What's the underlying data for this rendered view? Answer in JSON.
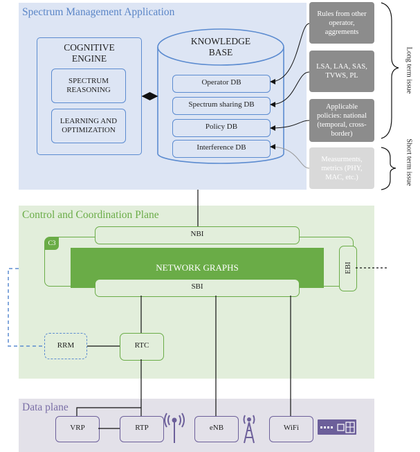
{
  "spectrum_management": {
    "title": "Spectrum Management Application",
    "cognitive_engine": {
      "title": [
        "COGNITIVE",
        "ENGINE"
      ],
      "spectrum_reasoning": [
        "SPECTRUM",
        "REASONING"
      ],
      "learning": [
        "LEARNING AND",
        "OPTIMIZATION"
      ]
    },
    "knowledge_base": {
      "title": [
        "KNOWLEDGE",
        "BASE"
      ],
      "dbs": [
        "Operator DB",
        "Spectrum sharing DB",
        "Policy DB",
        "Interference DB"
      ]
    }
  },
  "inputs": [
    {
      "text": [
        "Rules from other",
        "operator,",
        "aggrements"
      ],
      "style": "dark"
    },
    {
      "text": [
        "LSA, LAA, SAS,",
        "TVWS, PL"
      ],
      "style": "dark"
    },
    {
      "text": [
        "Applicable",
        "policies: national",
        "(temporal, cross-",
        "border)"
      ],
      "style": "dark"
    },
    {
      "text": [
        "Measurments,",
        "metrics (PHY,",
        "MAC, etc.)"
      ],
      "style": "light"
    }
  ],
  "side_labels": {
    "long_term": "Long term issue",
    "short_term": "Short term issue"
  },
  "control_plane": {
    "title": "Control and Coordination Plane",
    "c3": "C3",
    "nbi": "NBI",
    "sbi": "SBI",
    "ebi": "EBI",
    "network_graphs": "NETWORK GRAPHS",
    "rrm": "RRM",
    "rtc": "RTC"
  },
  "data_plane": {
    "title": "Data plane",
    "vrp": "VRP",
    "rtp": "RTP",
    "enb": "eNB",
    "wifi": "WiFi"
  },
  "colors": {
    "blue": "#5b8bd0",
    "green": "#6aac47",
    "purple": "#6c5f9a",
    "grey": "#8c8c8c"
  }
}
